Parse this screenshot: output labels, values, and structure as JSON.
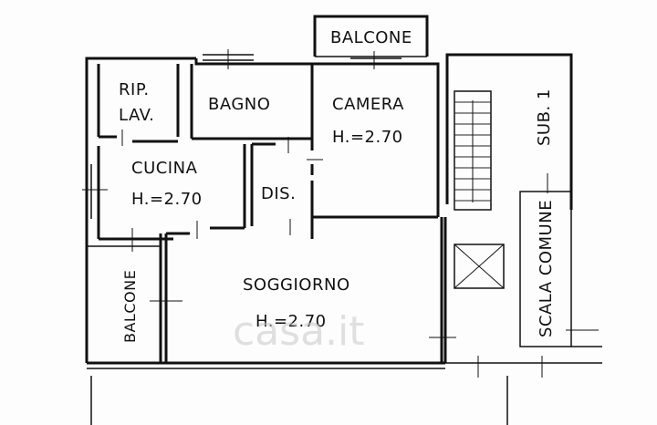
{
  "rooms": {
    "balcone_top": "BALCONE",
    "rip_lav_1": "RIP.",
    "rip_lav_2": "LAV.",
    "bagno": "BAGNO",
    "camera": "CAMERA",
    "camera_h": "H.=2.70",
    "cucina": "CUCINA",
    "cucina_h": "H.=2.70",
    "dis": "DIS.",
    "soggiorno": "SOGGIORNO",
    "soggiorno_h": "H.=2.70",
    "balcone_left": "BALCONE",
    "sub": "SUB. 1",
    "scala": "SCALA COMUNE"
  },
  "watermark": "casa.it"
}
